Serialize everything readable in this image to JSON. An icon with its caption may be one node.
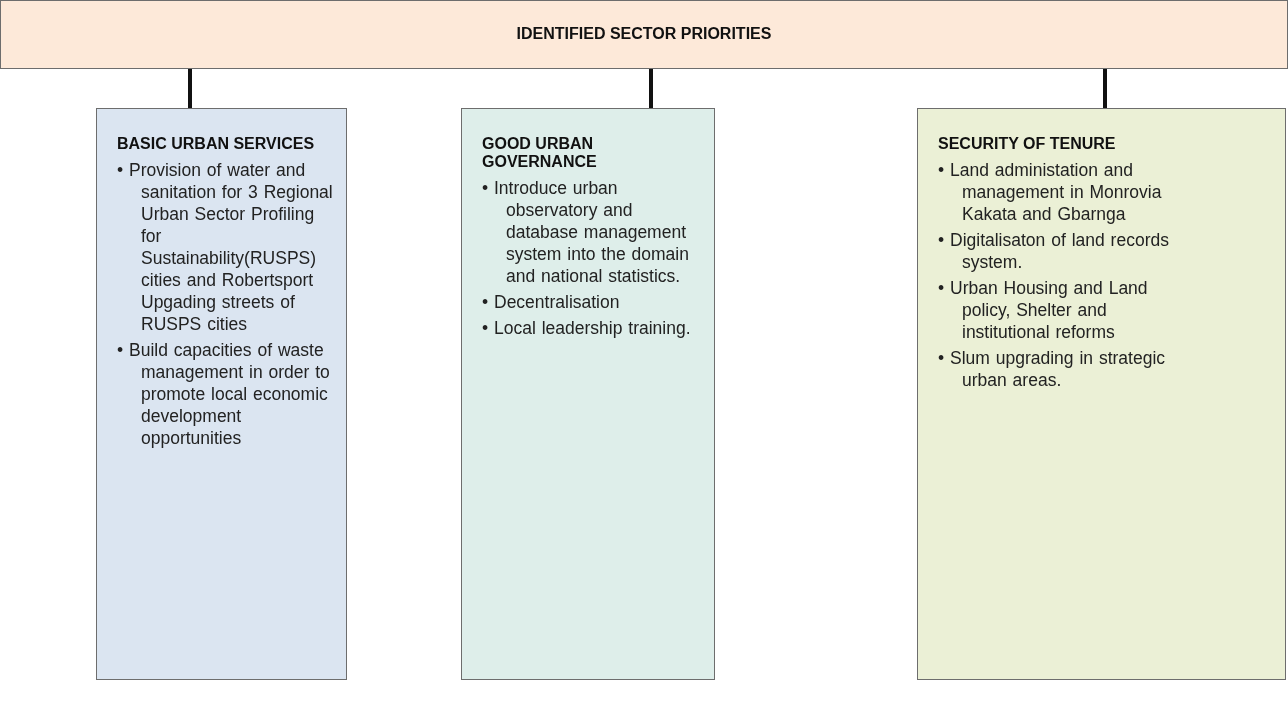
{
  "diagram": {
    "nodes": [
      {
        "text": [
          "IDENTIFIED SECTOR PRIORITIES"
        ]
      },
      {
        "text": [
          "BASIC URBAN SERVICES",
          "• Provision of water and sanitation for 3 Regional Urban Sector Profiling for Sustainability(RUSPS) cities and Robertsport Upgading streets of RUSPS cities",
          "• Build capacities of waste management in order to promote local economic development opportunities"
        ]
      },
      {
        "text": [
          "GOOD URBAN GOVERNANCE",
          "• Introduce urban observatory and database management system into the domain and national statistics.",
          "• Decentralisation",
          "• Local leadership training."
        ]
      },
      {
        "text": [
          "SECURITY OF TENURE",
          "• Land administation and management in Monrovia Kakata and Gbarnga",
          "• Digitalisaton of land records system.",
          "• Urban Housing and Land policy, Shelter and institutional reforms",
          "• Slum upgrading in strategic urban areas."
        ]
      }
    ],
    "edges": [
      {
        "from": 0,
        "to": 1,
        "arrow": "none"
      },
      {
        "from": 0,
        "to": 2,
        "arrow": "none"
      },
      {
        "from": 0,
        "to": 3,
        "arrow": "none"
      }
    ]
  }
}
